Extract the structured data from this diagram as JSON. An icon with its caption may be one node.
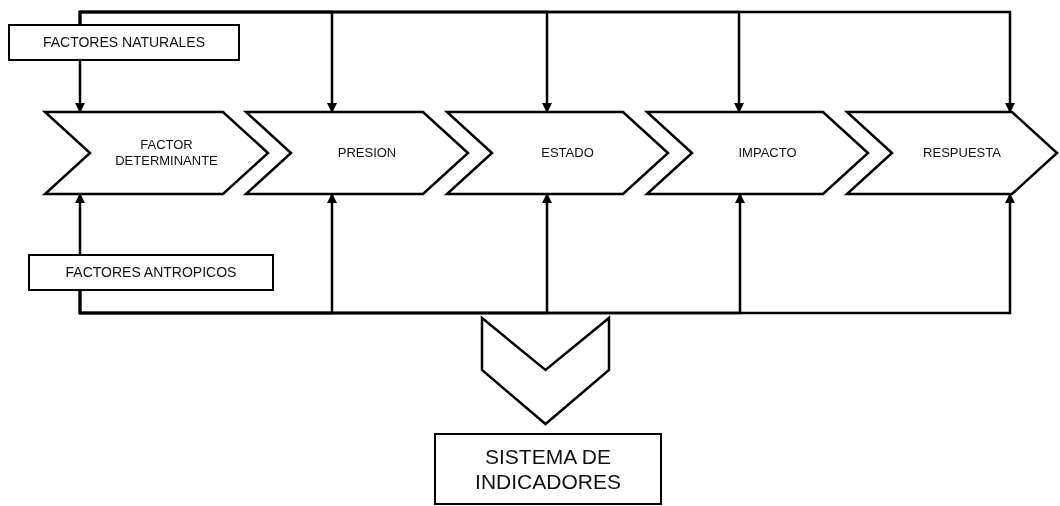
{
  "diagram": {
    "nodes": [
      {
        "text": [
          "FACTORES NATURALES"
        ]
      },
      {
        "text": [
          "FACTOR DETERMINANTE"
        ]
      },
      {
        "text": [
          "PRESION"
        ]
      },
      {
        "text": [
          "ESTADO"
        ]
      },
      {
        "text": [
          "IMPACTO"
        ]
      },
      {
        "text": [
          "RESPUESTA"
        ]
      },
      {
        "text": [
          "FACTORES ANTROPICOS"
        ]
      },
      {
        "text": [],
        "shape": "chevron"
      },
      {
        "text": [
          "SISTEMA DE INDICADORES"
        ]
      }
    ],
    "edges": [
      {
        "from": 0,
        "to": 1,
        "arrow": "to"
      },
      {
        "from": 0,
        "to": 2,
        "arrow": "to"
      },
      {
        "from": 0,
        "to": 3,
        "arrow": "to"
      },
      {
        "from": 0,
        "to": 4,
        "arrow": "to"
      },
      {
        "from": 0,
        "to": 5,
        "arrow": "to"
      },
      {
        "from": 6,
        "to": 1,
        "arrow": "to"
      },
      {
        "from": 6,
        "to": 2,
        "arrow": "to"
      },
      {
        "from": 6,
        "to": 3,
        "arrow": "to"
      },
      {
        "from": 6,
        "to": 4,
        "arrow": "to"
      },
      {
        "from": 6,
        "to": 5,
        "arrow": "to"
      }
    ]
  }
}
